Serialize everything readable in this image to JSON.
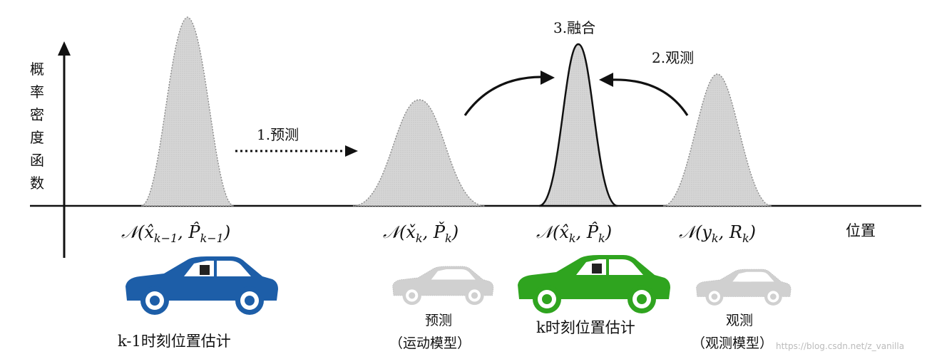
{
  "y_axis_label": [
    "概",
    "率",
    "密",
    "度",
    "函",
    "数"
  ],
  "x_axis_label": "位置",
  "steps": {
    "predict": "1.预测",
    "observe": "2.观测",
    "fuse": "3.融合"
  },
  "distributions": [
    {
      "id": "prior",
      "label_base": "𝒩(x̂",
      "sub1": "k−1",
      "mid": ", P̂",
      "sub2": "k−1",
      "end": ")"
    },
    {
      "id": "predicted",
      "label_base": "𝒩(x̌",
      "sub1": "k",
      "mid": ", P̌",
      "sub2": "k",
      "end": ")"
    },
    {
      "id": "fused",
      "label_base": "𝒩(x̂",
      "sub1": "k",
      "mid": ", P̂",
      "sub2": "k",
      "end": ")"
    },
    {
      "id": "measurement",
      "label_base": "𝒩(y",
      "sub1": "k",
      "mid": ", R",
      "sub2": "k",
      "end": ")"
    }
  ],
  "captions": {
    "prior": "k-1时刻位置估计",
    "predicted_line1": "预测",
    "predicted_line2": "（运动模型）",
    "fused": "k时刻位置估计",
    "measurement_line1": "观测",
    "measurement_line2": "（观测模型）"
  },
  "watermark": "https://blog.csdn.net/z_vanilla",
  "colors": {
    "curve_fill": "#d4d4d4",
    "car_blue": "#1d5ea8",
    "car_green": "#2fa41f",
    "car_ghost": "#cfcfcf"
  }
}
